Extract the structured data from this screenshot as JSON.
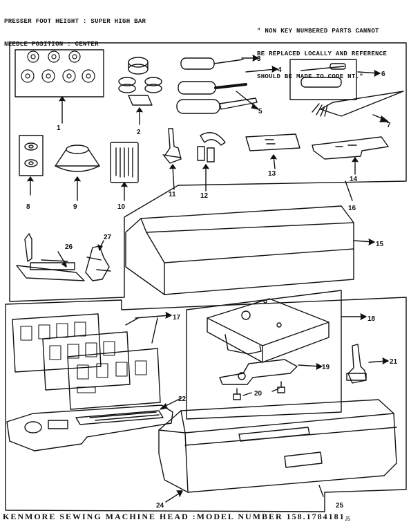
{
  "header": {
    "left_lines": [
      "PRESSER FOOT HEIGHT : SUPER HIGH BAR",
      "NEEDLE POSITION : CENTER"
    ],
    "right_lines": [
      "\" NON KEY NUMBERED PARTS CANNOT",
      "BE REPLACED LOCALLY AND REFERENCE",
      "SHOULD BE MADE TO CODE NT.\""
    ]
  },
  "footer": {
    "title": "KENMORE SEWING MACHINE HEAD :MODEL NUMBER 158.1784181",
    "code": "J5"
  },
  "callouts": [
    "1",
    "2",
    "3",
    "4",
    "5",
    "6",
    "7",
    "8",
    "9",
    "10",
    "11",
    "12",
    "13",
    "14",
    "16",
    "15",
    "26",
    "27",
    "17",
    "18",
    "19",
    "20",
    "21",
    "22",
    "24",
    "25"
  ]
}
